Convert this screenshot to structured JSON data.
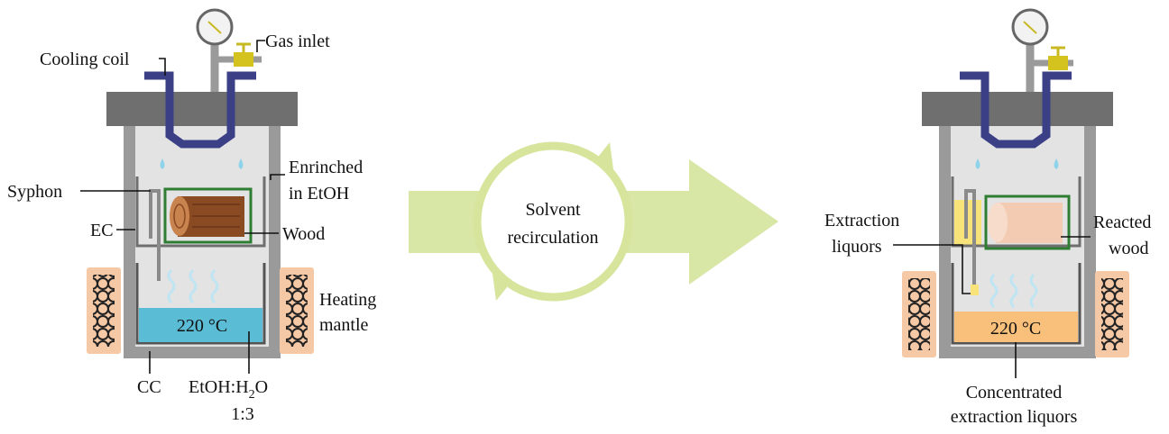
{
  "left_reactor": {
    "labels": {
      "cooling_coil": "Cooling coil",
      "gas_inlet": "Gas inlet",
      "enriched_line1": "Enrinched",
      "enriched_line2": "in EtOH",
      "syphon": "Syphon",
      "ec": "EC",
      "wood": "Wood",
      "heating_line1": "Heating",
      "heating_line2": "mantle",
      "temperature": "220 °C",
      "cc": "CC",
      "solvent_main": "EtOH:H",
      "solvent_sub": "2",
      "solvent_end": "O",
      "ratio": "1:3"
    },
    "colors": {
      "liquid": "#5bbcd6",
      "coil": "#3b3f86",
      "wood": "#8a4a22",
      "mantle": "#f6c9a6",
      "vessel": "#9a9a9a",
      "lid": "#6f6f6f",
      "basket_outline": "#2e7d32",
      "valve": "#d4c21f"
    }
  },
  "center": {
    "cycle_line1": "Solvent",
    "cycle_line2": "recirculation",
    "arrow_color": "#d8e6a6",
    "ring_color": "#d6e49c"
  },
  "right_reactor": {
    "labels": {
      "extraction_line1": "Extraction",
      "extraction_line2": "liquors",
      "reacted_line1": "Reacted",
      "reacted_line2": "wood",
      "temperature": "220 °C",
      "concentrated_line1": "Concentrated",
      "concentrated_line2": "extraction liquors"
    },
    "colors": {
      "liquid": "#f8c07a",
      "reacted_wood": "#f3cbb2",
      "extraction_liquor": "#f8e27a"
    }
  }
}
